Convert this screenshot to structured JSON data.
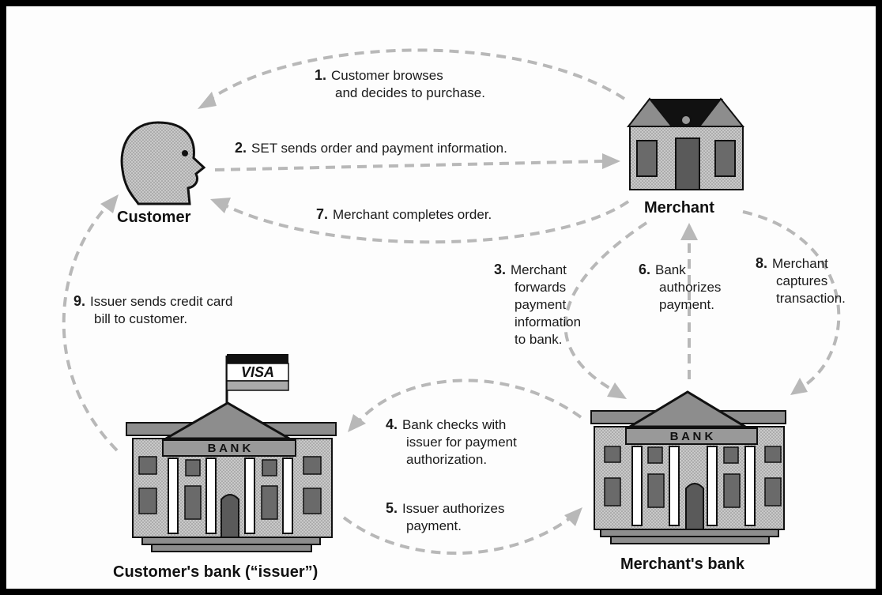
{
  "nodes": {
    "customer": "Customer",
    "merchant": "Merchant",
    "issuer_bank": "Customer's bank (“issuer”)",
    "merchant_bank": "Merchant's bank"
  },
  "bank_sign": "B A N K",
  "flag_text": "VISA",
  "steps": [
    {
      "num": "1.",
      "text": "Customer browses\nand decides to purchase."
    },
    {
      "num": "2.",
      "text": "SET sends order and payment information."
    },
    {
      "num": "3.",
      "text": "Merchant\nforwards\npayment\ninformation\nto bank."
    },
    {
      "num": "4.",
      "text": "Bank checks with\nissuer for payment\nauthorization."
    },
    {
      "num": "5.",
      "text": "Issuer authorizes\npayment."
    },
    {
      "num": "6.",
      "text": "Bank\nauthorizes\npayment."
    },
    {
      "num": "7.",
      "text": "Merchant completes order."
    },
    {
      "num": "8.",
      "text": "Merchant\ncaptures\ntransaction."
    },
    {
      "num": "9.",
      "text": "Issuer sends credit card\nbill to customer."
    }
  ]
}
